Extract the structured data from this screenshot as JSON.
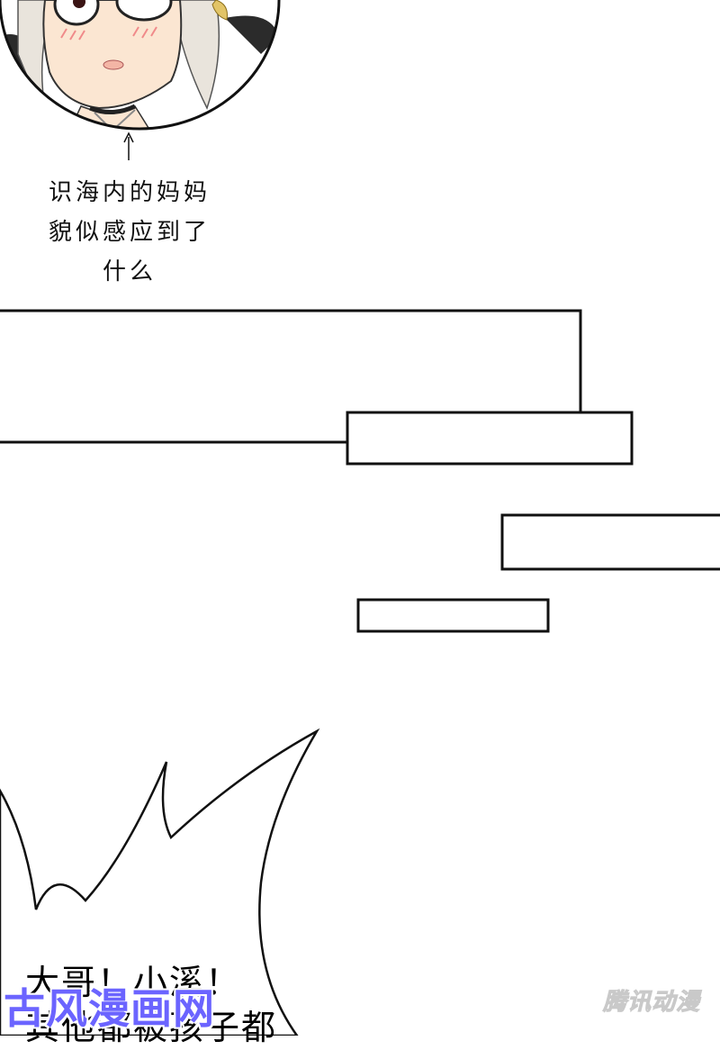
{
  "panel_top": {
    "caption_lines": [
      "识海内的妈妈",
      "貌似感应到了",
      "什么"
    ]
  },
  "speech": {
    "lines": [
      "大哥！小溪！",
      "其他都被孩子都"
    ]
  },
  "watermarks": {
    "left": "古风漫画网",
    "right": "腾讯动漫"
  },
  "colors": {
    "ink": "#000000",
    "paper": "#ffffff",
    "skin": "#fbe6d2",
    "hair": "#e9e4dc",
    "blush": "#f08a8a",
    "watermark_left": "#6b64ff"
  }
}
